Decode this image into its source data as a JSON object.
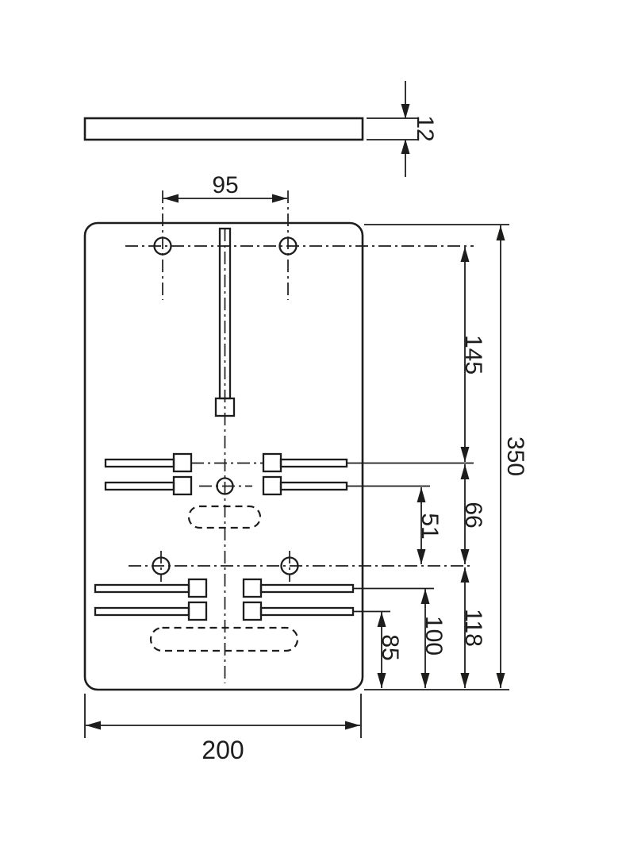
{
  "drawing": {
    "dimensions": {
      "thickness": "12",
      "top_hole_spacing": "95",
      "overall_height": "350",
      "top_holes_to_mid_slot": "145",
      "mid_slot_to_lower_holes": "66",
      "center_hole_to_lower_holes": "51",
      "lower_holes_to_bottom": "118",
      "lower_slot_to_bottom": "100",
      "lower_slot2_to_bottom": "85",
      "overall_width": "200"
    },
    "colors": {
      "line": "#1d1d1b",
      "background": "#ffffff"
    }
  }
}
